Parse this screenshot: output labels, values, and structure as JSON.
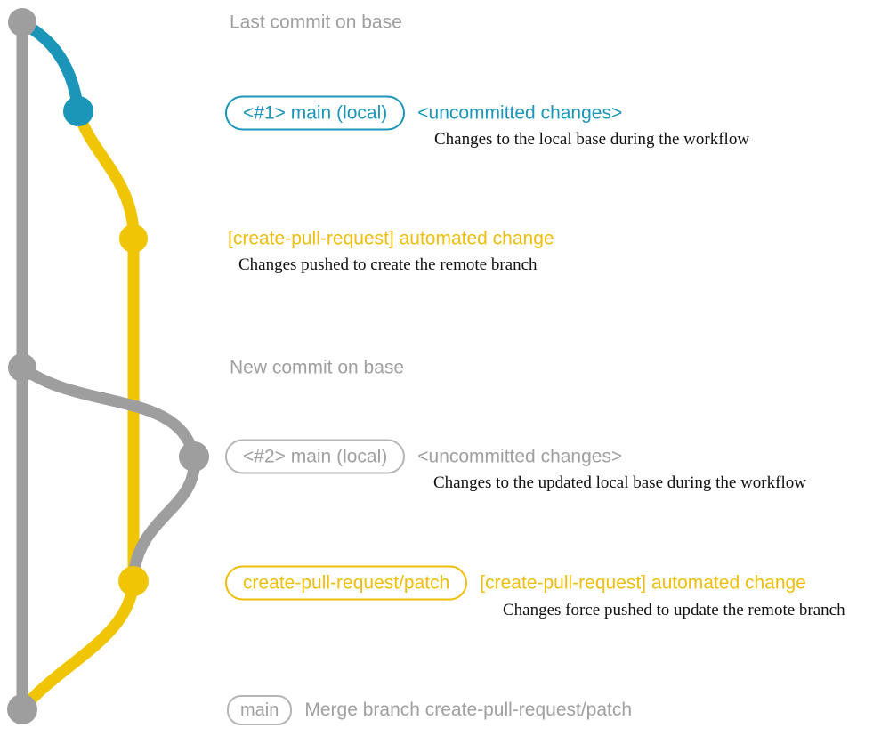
{
  "colors": {
    "gray": "#9e9e9e",
    "blue": "#1b96b8",
    "yellow": "#f0c505",
    "yellow_text": "#eebe0b",
    "ink": "#111111",
    "background": "#ffffff"
  },
  "branches": [
    {
      "name": "base",
      "color_key": "gray"
    },
    {
      "name": "main (local)",
      "color_key": "blue"
    },
    {
      "name": "create-pull-request/patch",
      "color_key": "yellow"
    }
  ],
  "rows": {
    "last_commit": {
      "title": "Last commit on base"
    },
    "local1": {
      "badge": "<#1> main (local)",
      "title": "<uncommitted changes>",
      "subtitle": "Changes to the local base during the workflow"
    },
    "push1": {
      "title": "[create-pull-request] automated change",
      "subtitle": "Changes pushed to create the remote branch"
    },
    "new_commit": {
      "title": "New commit on base"
    },
    "local2": {
      "badge": "<#2> main (local)",
      "title": "<uncommitted changes>",
      "subtitle": "Changes to the updated local base during the workflow"
    },
    "push2": {
      "badge": "create-pull-request/patch",
      "title": "[create-pull-request] automated change",
      "subtitle": "Changes force pushed to update the remote branch"
    },
    "merge": {
      "badge": "main",
      "title": "Merge branch create-pull-request/patch"
    }
  }
}
